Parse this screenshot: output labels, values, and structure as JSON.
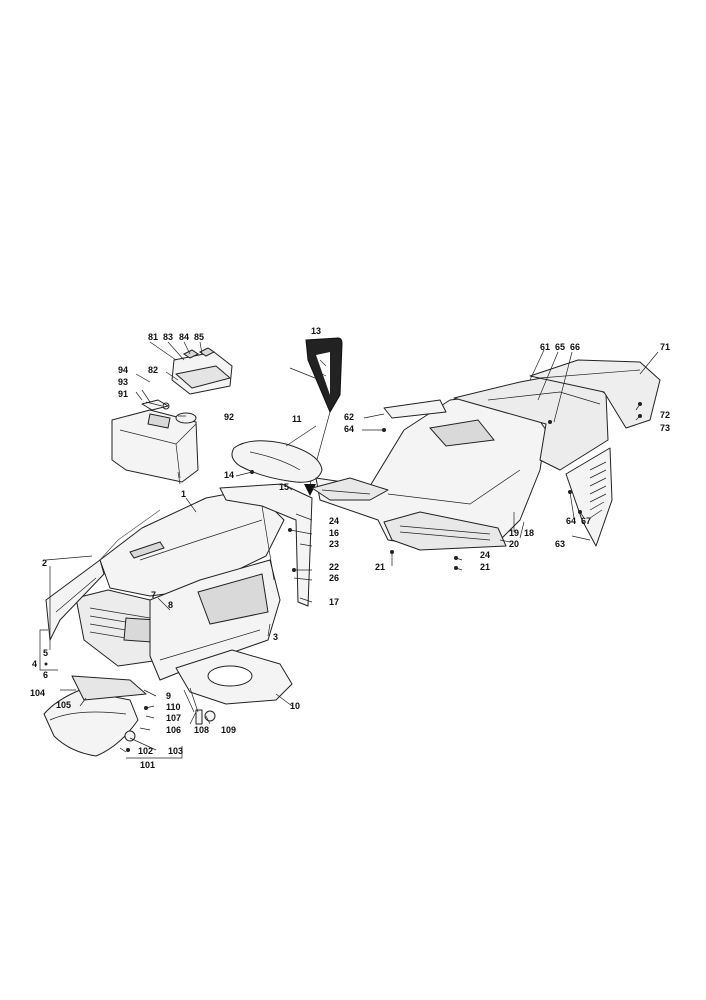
{
  "labels": {
    "l1": "1",
    "l2": "2",
    "l3": "3",
    "l4": "4",
    "l5": "5",
    "l6": "6",
    "l7": "7",
    "l8": "8",
    "l9": "9",
    "l10": "10",
    "l11": "11",
    "l13": "13",
    "l14": "14",
    "l15": "15",
    "l16": "16",
    "l17": "17",
    "l18": "18",
    "l19": "19",
    "l20": "20",
    "l21a": "21",
    "l21b": "21",
    "l22": "22",
    "l23": "23",
    "l24a": "24",
    "l24b": "24",
    "l26": "26",
    "l61": "61",
    "l62": "62",
    "l63": "63",
    "l64a": "64",
    "l64b": "64",
    "l65": "65",
    "l66": "66",
    "l67": "67",
    "l71": "71",
    "l72": "72",
    "l73": "73",
    "l81": "81",
    "l82": "82",
    "l83": "83",
    "l84": "84",
    "l85": "85",
    "l91": "91",
    "l92": "92",
    "l93": "93",
    "l94": "94",
    "l101": "101",
    "l102": "102",
    "l103": "103",
    "l104": "104",
    "l105": "105",
    "l106": "106",
    "l107": "107",
    "l108": "108",
    "l109": "109",
    "l110": "110"
  }
}
